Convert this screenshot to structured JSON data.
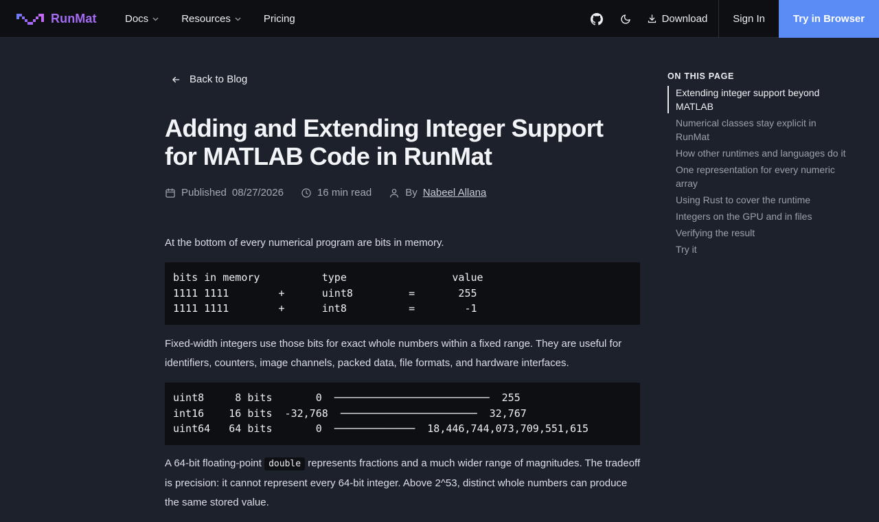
{
  "header": {
    "brand": "RunMat",
    "nav": [
      {
        "label": "Docs",
        "has_menu": true
      },
      {
        "label": "Resources",
        "has_menu": true
      },
      {
        "label": "Pricing",
        "has_menu": false
      }
    ],
    "icons": [
      "github-icon",
      "moon-icon",
      "download-icon"
    ],
    "download_label": "Download",
    "signin_label": "Sign In",
    "try_label": "Try in Browser",
    "colors": {
      "brand": "#a56bf4",
      "try_button": "#5b8cf5",
      "topbar": "#0e0f13"
    }
  },
  "article": {
    "back_label": "Back to Blog",
    "title": "Adding and Extending Integer Support for MATLAB Code in RunMat",
    "published_label": "Published",
    "published_date": "08/27/2026",
    "read_time": "16 min read",
    "by_label": "By",
    "author": "Nabeel Allana",
    "intro": "At the bottom of every numerical program are bits in memory.",
    "code1": "bits in memory          type                 value\n1111 1111        +      uint8         =       255\n1111 1111        +      int8          =        -1",
    "para2": "Fixed-width integers use those bits for exact whole numbers within a fixed range. They are useful for identifiers, counters, image channels, packed data, file formats, and hardware interfaces.",
    "code2": "uint8     8 bits       0  ─────────────────────────  255\nint16    16 bits  -32,768  ──────────────────────  32,767\nuint64   64 bits       0  ─────────────  18,446,744,073,709,551,615",
    "para3_before": "A 64-bit floating-point ",
    "para3_code": "double",
    "para3_after": " represents fractions and a much wider range of magnitudes. The tradeoff is precision: it cannot represent every 64-bit integer. Above 2^53, distinct whole numbers can produce the same stored value."
  },
  "toc": {
    "heading": "ON THIS PAGE",
    "items": [
      {
        "label": "Extending integer support beyond MATLAB",
        "active": true
      },
      {
        "label": "Numerical classes stay explicit in RunMat",
        "active": false
      },
      {
        "label": "How other runtimes and languages do it",
        "active": false
      },
      {
        "label": "One representation for every numeric array",
        "active": false
      },
      {
        "label": "Using Rust to cover the runtime",
        "active": false
      },
      {
        "label": "Integers on the GPU and in files",
        "active": false
      },
      {
        "label": "Verifying the result",
        "active": false
      },
      {
        "label": "Try it",
        "active": false
      }
    ]
  }
}
